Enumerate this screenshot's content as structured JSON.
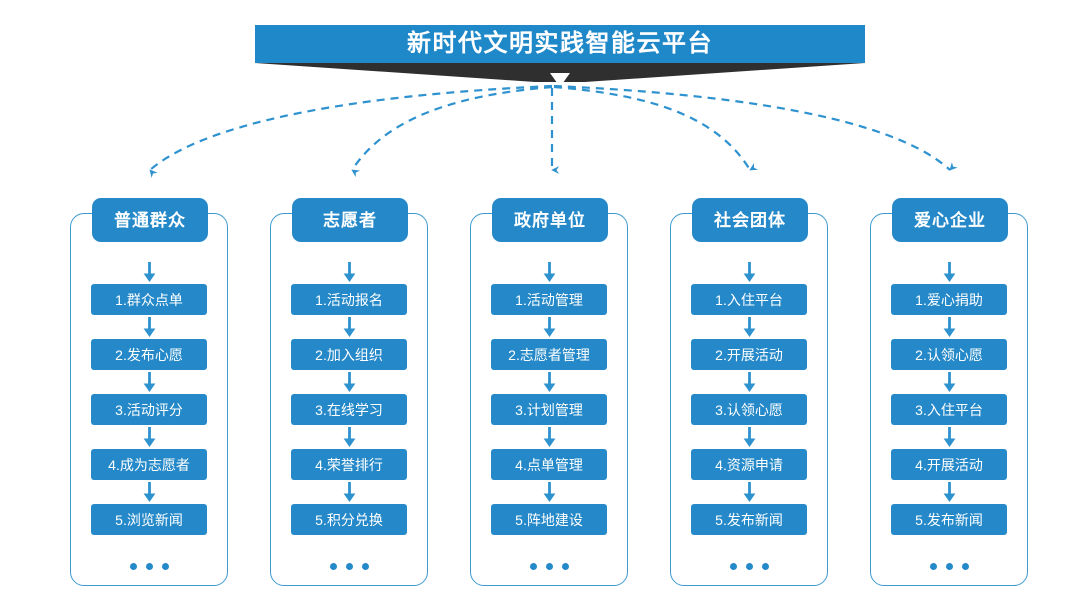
{
  "title": {
    "text": "新时代文明实践智能云平台",
    "bar_color": "#1f88c9",
    "shadow_color": "#2f2f2f",
    "chevron_name": "down-chevron-icon"
  },
  "theme": {
    "accent_blue": "#2589c9",
    "frame_border": "#3d9ad1",
    "arrow_blue": "#2e92cf",
    "dashed_arrow": "#2e92cf",
    "background": "#ffffff"
  },
  "columns": [
    {
      "header": "普通群众",
      "items": [
        "1.群众点单",
        "2.发布心愿",
        "3.活动评分",
        "4.成为志愿者",
        "5.浏览新闻"
      ],
      "more": "•••"
    },
    {
      "header": "志愿者",
      "items": [
        "1.活动报名",
        "2.加入组织",
        "3.在线学习",
        "4.荣誉排行",
        "5.积分兑换"
      ],
      "more": "•••"
    },
    {
      "header": "政府单位",
      "items": [
        "1.活动管理",
        "2.志愿者管理",
        "3.计划管理",
        "4.点单管理",
        "5.阵地建设"
      ],
      "more": "•••"
    },
    {
      "header": "社会团体",
      "items": [
        "1.入住平台",
        "2.开展活动",
        "3.认领心愿",
        "4.资源申请",
        "5.发布新闻"
      ],
      "more": "•••"
    },
    {
      "header": "爱心企业",
      "items": [
        "1.爱心捐助",
        "2.认领心愿",
        "3.入住平台",
        "4.开展活动",
        "5.发布新闻"
      ],
      "more": "•••"
    }
  ]
}
